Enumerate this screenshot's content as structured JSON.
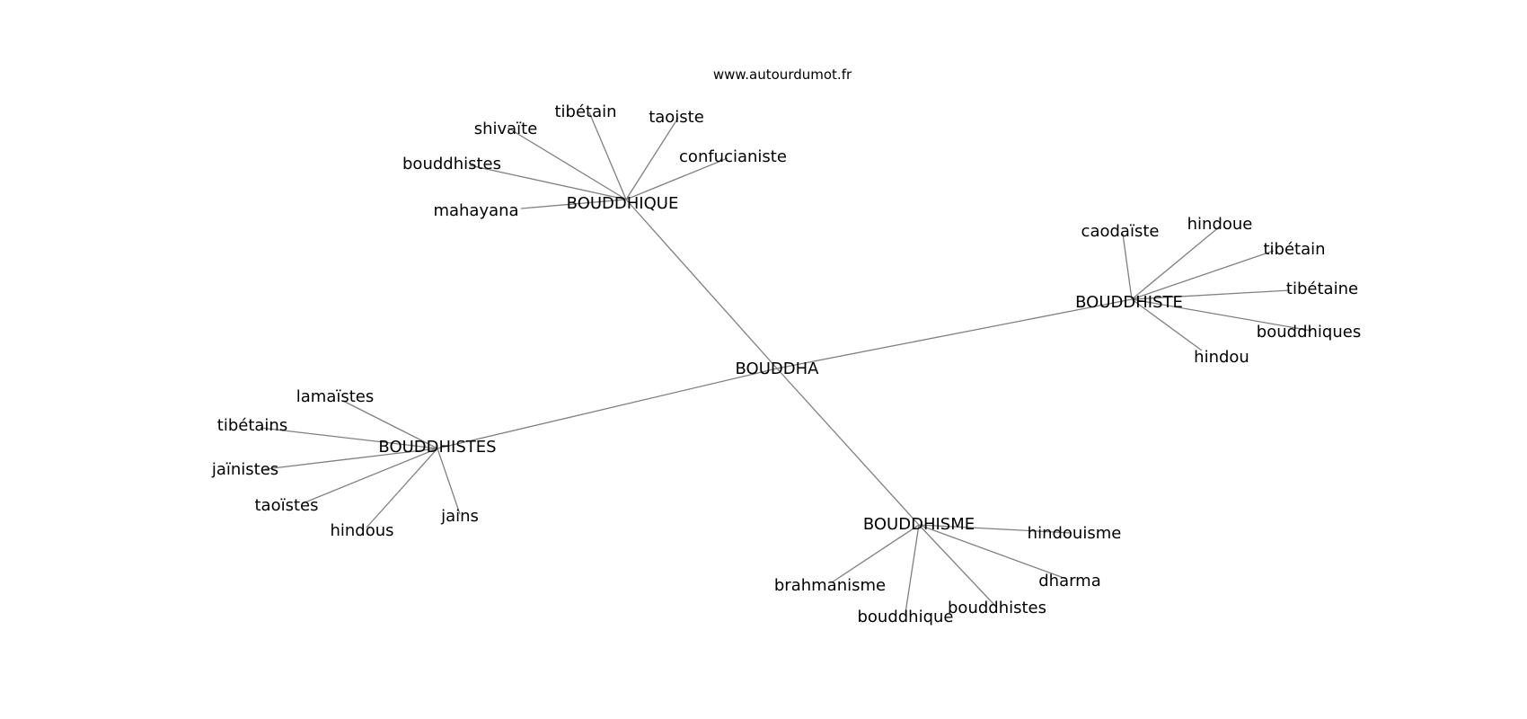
{
  "credit": "www.autourdumot.fr",
  "center": {
    "label": "BOUDDHA"
  },
  "hubs": [
    {
      "label": "BOUDDHIQUE",
      "leaves": [
        "shivaïte",
        "tibétain",
        "taoiste",
        "confucianiste",
        "bouddhistes",
        "mahayana"
      ]
    },
    {
      "label": "BOUDDHISTE",
      "leaves": [
        "caodaïste",
        "hindoue",
        "tibétain",
        "tibétaine",
        "bouddhiques",
        "hindou"
      ]
    },
    {
      "label": "BOUDDHISTES",
      "leaves": [
        "lamaïstes",
        "tibétains",
        "jaïnistes",
        "taoïstes",
        "hindous",
        "jains"
      ]
    },
    {
      "label": "BOUDDHISME",
      "leaves": [
        "hindouisme",
        "dharma",
        "bouddhistes",
        "bouddhique",
        "brahmanisme"
      ]
    }
  ],
  "colors": {
    "edge": "#808080",
    "text": "#000000",
    "background": "#ffffff"
  }
}
